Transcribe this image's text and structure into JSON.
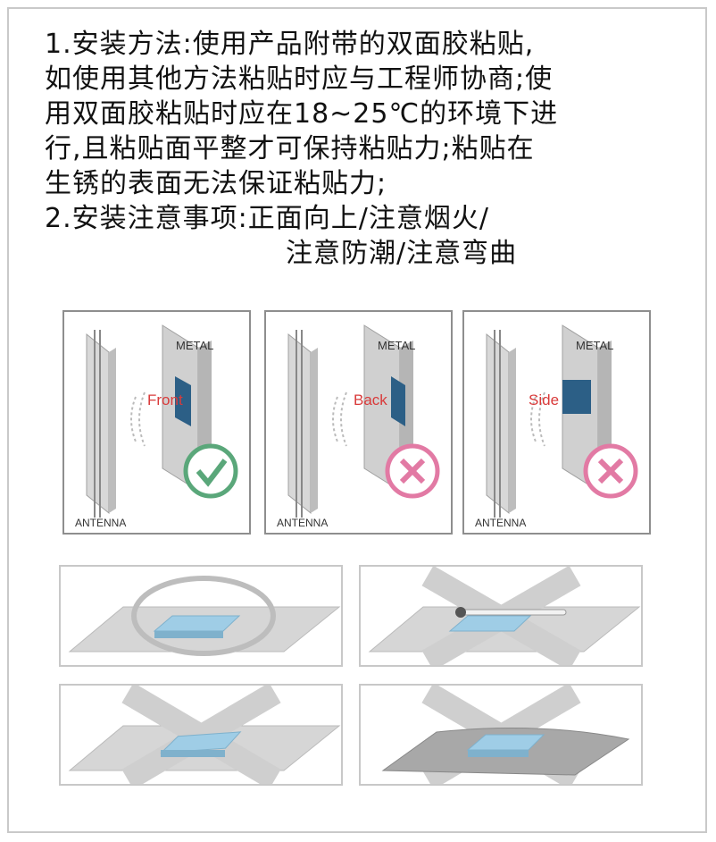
{
  "instructions": {
    "lines": [
      "1.安装方法:使用产品附带的双面胶粘贴,",
      "如使用其他方法粘贴时应与工程师协商;使",
      "用双面胶粘贴时应在18~25℃的环境下进",
      "行,且粘贴面平整才可保持粘贴力;粘贴在",
      "生锈的表面无法保证粘贴力;",
      "2.安装注意事项:正面向上/注意烟火/",
      "注意防潮/注意弯曲"
    ]
  },
  "orientation_diagrams": [
    {
      "label": "Front",
      "metal": "METAL",
      "antenna": "ANTENNA",
      "result": "correct"
    },
    {
      "label": "Back",
      "metal": "METAL",
      "antenna": "ANTENNA",
      "result": "wrong"
    },
    {
      "label": "Side",
      "metal": "METAL",
      "antenna": "ANTENNA",
      "result": "wrong"
    }
  ],
  "mounting_examples": [
    {
      "result": "correct"
    },
    {
      "result": "wrong"
    },
    {
      "result": "wrong"
    },
    {
      "result": "wrong"
    }
  ],
  "colors": {
    "correct_green": "#5aa77a",
    "wrong_pink": "#e27aa4",
    "tag_blue": "#2c5f86",
    "label_red": "#d93a3a",
    "pad_blue": "#9fcde6"
  }
}
